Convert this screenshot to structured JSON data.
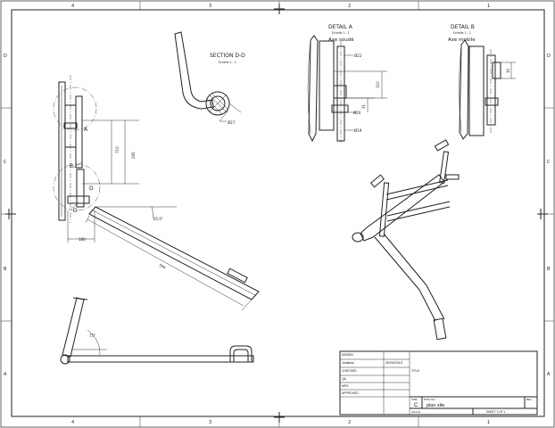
{
  "border": {
    "columns_top": [
      "4",
      "3",
      "2",
      "1"
    ],
    "columns_bottom": [
      "4",
      "3",
      "2",
      "1"
    ],
    "rows_left": [
      "D",
      "C",
      "B",
      "A"
    ],
    "rows_right": [
      "D",
      "C",
      "B",
      "A"
    ]
  },
  "views": {
    "section_dd": {
      "title": "SECTION D-D",
      "scale": "Echelle 1 : 1",
      "dim_a": "Ø27"
    },
    "detail_a": {
      "title": "DETAIL A",
      "scale": "Echelle 1 : 2",
      "subtitle": "Axe soudé",
      "dims": [
        "Ø22",
        "Ø20",
        "Ø19",
        "110",
        "31"
      ]
    },
    "detail_b": {
      "title": "DETAIL B",
      "scale": "Echelle 1 : 2",
      "subtitle": "Axe mobile",
      "dims": [
        "30"
      ]
    },
    "front_view": {
      "labels": {
        "a": "A",
        "b": "B",
        "d1": "D",
        "d2": "D"
      },
      "dims": [
        "710",
        "295",
        "180",
        "25.0°",
        "594"
      ]
    },
    "side_view": {
      "dims": [
        "75°"
      ]
    }
  },
  "title_block": {
    "rows": [
      {
        "label": "DESSIN",
        "value": ""
      },
      {
        "label": "Jonathan",
        "value": "20/04/2013"
      },
      {
        "label": "CHECKED",
        "value": ""
      },
      {
        "label": "QA",
        "value": ""
      },
      {
        "label": "MFG",
        "value": ""
      },
      {
        "label": "APPROVED",
        "value": ""
      }
    ],
    "title_label": "TITLE",
    "size_label": "SIZE",
    "size_value": "C",
    "dwg_label": "DWG NO",
    "dwg_value": "plan site",
    "rev_label": "REV",
    "scale_label": "SCALE",
    "sheet_text": "SHEET 1  OF 1"
  }
}
